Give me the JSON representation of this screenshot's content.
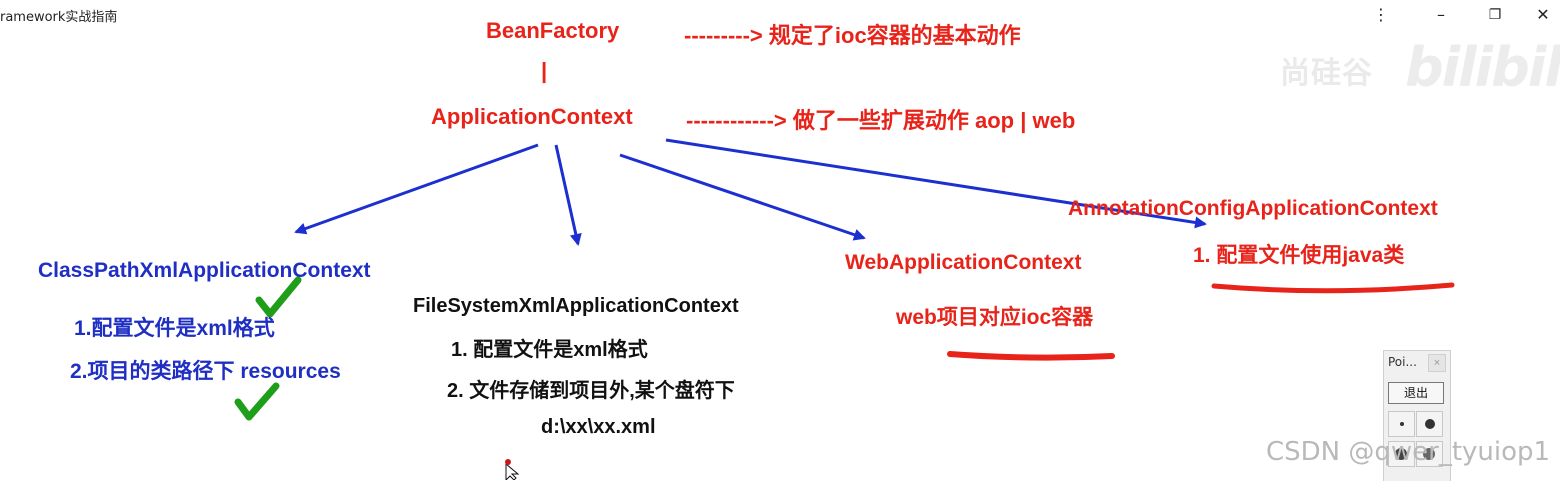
{
  "window": {
    "title": "ramework实战指南",
    "menu_icon": "kebab-menu-icon",
    "minimize_icon": "minimize-icon",
    "restore_icon": "restore-icon",
    "close_icon": "close-icon"
  },
  "slide": {
    "beanfactory": {
      "label": "BeanFactory",
      "arrow": "---------> 规定了ioc容器的基本动作",
      "pipe": "|"
    },
    "appcontext": {
      "label": "ApplicationContext",
      "arrow": "------------> 做了一些扩展动作 aop  | web"
    },
    "classpath": {
      "label": "ClassPathXmlApplicationContext",
      "points": [
        "1.配置文件是xml格式",
        "2.项目的类路径下 resources"
      ]
    },
    "filesystem": {
      "label": "FileSystemXmlApplicationContext",
      "points": [
        "1. 配置文件是xml格式",
        "2. 文件存储到项目外,某个盘符下",
        "d:\\xx\\xx.xml"
      ]
    },
    "web": {
      "label": "WebApplicationContext",
      "points": [
        "web项目对应ioc容器"
      ]
    },
    "annotation": {
      "label": "AnnotationConfigApplicationContext",
      "points": [
        "1. 配置文件使用java类"
      ]
    }
  },
  "panel": {
    "title": "Poi...",
    "close_glyph": "×",
    "exit_label": "退出"
  },
  "watermarks": {
    "bili_text": "尚硅谷",
    "bili_logo": "bilibili",
    "csdn": "CSDN @qwer_tyuiop1"
  },
  "colors": {
    "red": "#e8231a",
    "blue": "#1f2fc4",
    "arrow_blue": "#1c2fd0",
    "check_green": "#1f9e1a"
  }
}
